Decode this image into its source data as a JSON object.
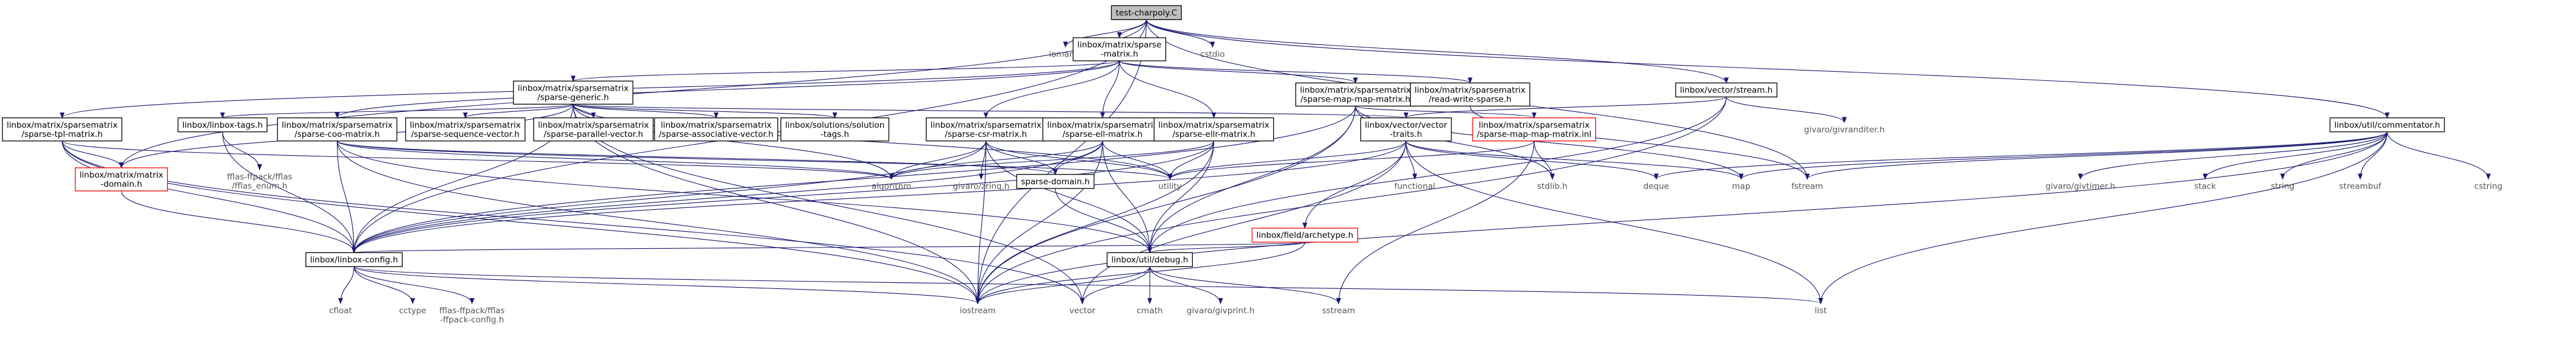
{
  "theme": {
    "edge": "#191970",
    "root_fill": "#bfbfbf",
    "box_border": "#000000",
    "local_border": "#ff0000",
    "external_text": "#555555"
  },
  "nodes": [
    {
      "id": "root",
      "kind": "root",
      "lines": [
        "test-charpoly.C"
      ]
    },
    {
      "id": "iomanip",
      "kind": "ext",
      "lines": [
        "iomanip"
      ]
    },
    {
      "id": "cstdio",
      "kind": "ext",
      "lines": [
        "cstdio"
      ]
    },
    {
      "id": "sparse_matrix",
      "kind": "box",
      "lines": [
        "linbox/matrix/sparse",
        "-matrix.h"
      ]
    },
    {
      "id": "stream",
      "kind": "box",
      "lines": [
        "linbox/vector/stream.h"
      ]
    },
    {
      "id": "commentator",
      "kind": "box",
      "lines": [
        "linbox/util/commentator.h"
      ]
    },
    {
      "id": "sparse_generic",
      "kind": "box",
      "lines": [
        "linbox/matrix/sparsematrix",
        "/sparse-generic.h"
      ]
    },
    {
      "id": "smm",
      "kind": "box",
      "lines": [
        "linbox/matrix/sparsematrix",
        "/sparse-map-map-matrix.h"
      ]
    },
    {
      "id": "rws",
      "kind": "box",
      "lines": [
        "linbox/matrix/sparsematrix",
        "/read-write-sparse.h"
      ]
    },
    {
      "id": "givaranditer",
      "kind": "ext",
      "lines": [
        "givaro/givranditer.h"
      ]
    },
    {
      "id": "tpl",
      "kind": "box",
      "lines": [
        "linbox/matrix/sparsematrix",
        "/sparse-tpl-matrix.h"
      ]
    },
    {
      "id": "tags",
      "kind": "box",
      "lines": [
        "linbox/linbox-tags.h"
      ]
    },
    {
      "id": "coo",
      "kind": "box",
      "lines": [
        "linbox/matrix/sparsematrix",
        "/sparse-coo-matrix.h"
      ]
    },
    {
      "id": "seq",
      "kind": "box",
      "lines": [
        "linbox/matrix/sparsematrix",
        "/sparse-sequence-vector.h"
      ]
    },
    {
      "id": "par",
      "kind": "box",
      "lines": [
        "linbox/matrix/sparsematrix",
        "/sparse-parallel-vector.h"
      ]
    },
    {
      "id": "assoc",
      "kind": "box",
      "lines": [
        "linbox/matrix/sparsematrix",
        "/sparse-associative-vector.h"
      ]
    },
    {
      "id": "soltags",
      "kind": "box",
      "lines": [
        "linbox/solutions/solution",
        "-tags.h"
      ]
    },
    {
      "id": "csr",
      "kind": "box",
      "lines": [
        "linbox/matrix/sparsematrix",
        "/sparse-csr-matrix.h"
      ]
    },
    {
      "id": "ell",
      "kind": "box",
      "lines": [
        "linbox/matrix/sparsematrix",
        "/sparse-ell-matrix.h"
      ]
    },
    {
      "id": "ellr",
      "kind": "box",
      "lines": [
        "linbox/matrix/sparsematrix",
        "/sparse-ellr-matrix.h"
      ]
    },
    {
      "id": "vtraits",
      "kind": "box",
      "lines": [
        "linbox/vector/vector",
        "-traits.h"
      ]
    },
    {
      "id": "smminl",
      "kind": "local",
      "lines": [
        "linbox/matrix/sparsematrix",
        "/sparse-map-map-matrix.inl"
      ]
    },
    {
      "id": "domain",
      "kind": "local",
      "lines": [
        "linbox/matrix/matrix",
        "-domain.h"
      ]
    },
    {
      "id": "ffenum",
      "kind": "ext",
      "lines": [
        "fflas-ffpack/fflas",
        "/fflas_enum.h"
      ]
    },
    {
      "id": "algorithm",
      "kind": "ext",
      "lines": [
        "algorithm"
      ]
    },
    {
      "id": "givzring",
      "kind": "ext",
      "lines": [
        "givaro/zring.h"
      ]
    },
    {
      "id": "sdomain",
      "kind": "box",
      "lines": [
        "sparse-domain.h"
      ]
    },
    {
      "id": "utility",
      "kind": "ext",
      "lines": [
        "utility"
      ]
    },
    {
      "id": "functional",
      "kind": "ext",
      "lines": [
        "functional"
      ]
    },
    {
      "id": "archetype",
      "kind": "local",
      "lines": [
        "linbox/field/archetype.h"
      ]
    },
    {
      "id": "stdlib",
      "kind": "ext",
      "lines": [
        "stdlib.h"
      ]
    },
    {
      "id": "deque",
      "kind": "ext",
      "lines": [
        "deque"
      ]
    },
    {
      "id": "map",
      "kind": "ext",
      "lines": [
        "map"
      ]
    },
    {
      "id": "fstream",
      "kind": "ext",
      "lines": [
        "fstream"
      ]
    },
    {
      "id": "givtimer",
      "kind": "ext",
      "lines": [
        "givaro/givtimer.h"
      ]
    },
    {
      "id": "stack",
      "kind": "ext",
      "lines": [
        "stack"
      ]
    },
    {
      "id": "string",
      "kind": "ext",
      "lines": [
        "string"
      ]
    },
    {
      "id": "streambuf",
      "kind": "ext",
      "lines": [
        "streambuf"
      ]
    },
    {
      "id": "cstring",
      "kind": "ext",
      "lines": [
        "cstring"
      ]
    },
    {
      "id": "config",
      "kind": "box",
      "lines": [
        "linbox/linbox-config.h"
      ]
    },
    {
      "id": "debug",
      "kind": "box",
      "lines": [
        "linbox/util/debug.h"
      ]
    },
    {
      "id": "cfloat",
      "kind": "ext",
      "lines": [
        "cfloat"
      ]
    },
    {
      "id": "cctype",
      "kind": "ext",
      "lines": [
        "cctype"
      ]
    },
    {
      "id": "ffconfig",
      "kind": "ext",
      "lines": [
        "fflas-ffpack/fflas",
        "-ffpack-config.h"
      ]
    },
    {
      "id": "iostream",
      "kind": "ext",
      "lines": [
        "iostream"
      ]
    },
    {
      "id": "vector",
      "kind": "ext",
      "lines": [
        "vector"
      ]
    },
    {
      "id": "cmath",
      "kind": "ext",
      "lines": [
        "cmath"
      ]
    },
    {
      "id": "givprint",
      "kind": "ext",
      "lines": [
        "givaro/givprint.h"
      ]
    },
    {
      "id": "sstream",
      "kind": "ext",
      "lines": [
        "sstream"
      ]
    },
    {
      "id": "list",
      "kind": "ext",
      "lines": [
        "list"
      ]
    }
  ],
  "edges": [
    [
      "root",
      "iomanip"
    ],
    [
      "root",
      "cstdio"
    ],
    [
      "root",
      "sparse_matrix"
    ],
    [
      "root",
      "stream"
    ],
    [
      "root",
      "commentator"
    ],
    [
      "root",
      "config"
    ],
    [
      "root",
      "iostream"
    ],
    [
      "root",
      "domain"
    ],
    [
      "root",
      "fstream"
    ],
    [
      "sparse_matrix",
      "sparse_generic"
    ],
    [
      "sparse_matrix",
      "smm"
    ],
    [
      "sparse_matrix",
      "rws"
    ],
    [
      "sparse_matrix",
      "csr"
    ],
    [
      "sparse_matrix",
      "ell"
    ],
    [
      "sparse_matrix",
      "ellr"
    ],
    [
      "sparse_matrix",
      "tpl"
    ],
    [
      "sparse_matrix",
      "coo"
    ],
    [
      "sparse_generic",
      "tags"
    ],
    [
      "sparse_generic",
      "seq"
    ],
    [
      "sparse_generic",
      "par"
    ],
    [
      "sparse_generic",
      "assoc"
    ],
    [
      "sparse_generic",
      "soltags"
    ],
    [
      "sparse_generic",
      "vtraits"
    ],
    [
      "sparse_generic",
      "config"
    ],
    [
      "sparse_generic",
      "domain"
    ],
    [
      "sparse_generic",
      "algorithm"
    ],
    [
      "sparse_generic",
      "utility"
    ],
    [
      "sparse_generic",
      "vector"
    ],
    [
      "sparse_generic",
      "iostream"
    ],
    [
      "tpl",
      "domain"
    ],
    [
      "tpl",
      "config"
    ],
    [
      "tpl",
      "vector"
    ],
    [
      "tpl",
      "iostream"
    ],
    [
      "tpl",
      "algorithm"
    ],
    [
      "tags",
      "ffenum"
    ],
    [
      "tags",
      "config"
    ],
    [
      "coo",
      "config"
    ],
    [
      "coo",
      "sdomain"
    ],
    [
      "coo",
      "utility"
    ],
    [
      "coo",
      "algorithm"
    ],
    [
      "coo",
      "debug"
    ],
    [
      "coo",
      "iostream"
    ],
    [
      "csr",
      "algorithm"
    ],
    [
      "csr",
      "sdomain"
    ],
    [
      "csr",
      "utility"
    ],
    [
      "csr",
      "config"
    ],
    [
      "csr",
      "debug"
    ],
    [
      "csr",
      "givzring"
    ],
    [
      "csr",
      "iostream"
    ],
    [
      "ell",
      "algorithm"
    ],
    [
      "ell",
      "utility"
    ],
    [
      "ell",
      "sdomain"
    ],
    [
      "ell",
      "debug"
    ],
    [
      "ell",
      "iostream"
    ],
    [
      "ell",
      "config"
    ],
    [
      "ellr",
      "algorithm"
    ],
    [
      "ellr",
      "utility"
    ],
    [
      "ellr",
      "debug"
    ],
    [
      "ellr",
      "config"
    ],
    [
      "ellr",
      "iostream"
    ],
    [
      "smm",
      "smminl"
    ],
    [
      "smm",
      "config"
    ],
    [
      "smm",
      "debug"
    ],
    [
      "smm",
      "map"
    ],
    [
      "smm",
      "stdlib"
    ],
    [
      "smm",
      "iostream"
    ],
    [
      "smminl",
      "stdlib"
    ],
    [
      "smminl",
      "utility"
    ],
    [
      "smminl",
      "sstream"
    ],
    [
      "rws",
      "fstream"
    ],
    [
      "stream",
      "vtraits"
    ],
    [
      "stream",
      "givaranditer"
    ],
    [
      "stream",
      "iostream"
    ],
    [
      "stream",
      "debug"
    ],
    [
      "vtraits",
      "functional"
    ],
    [
      "vtraits",
      "archetype"
    ],
    [
      "vtraits",
      "deque"
    ],
    [
      "vtraits",
      "map"
    ],
    [
      "vtraits",
      "list"
    ],
    [
      "vtraits",
      "utility"
    ],
    [
      "vtraits",
      "vector"
    ],
    [
      "vtraits",
      "config"
    ],
    [
      "archetype",
      "config"
    ],
    [
      "archetype",
      "debug"
    ],
    [
      "archetype",
      "iostream"
    ],
    [
      "commentator",
      "deque"
    ],
    [
      "commentator",
      "map"
    ],
    [
      "commentator",
      "fstream"
    ],
    [
      "commentator",
      "givtimer"
    ],
    [
      "commentator",
      "stack"
    ],
    [
      "commentator",
      "string"
    ],
    [
      "commentator",
      "streambuf"
    ],
    [
      "commentator",
      "cstring"
    ],
    [
      "commentator",
      "list"
    ],
    [
      "commentator",
      "iostream"
    ],
    [
      "domain",
      "config"
    ],
    [
      "sdomain",
      "debug"
    ],
    [
      "config",
      "cfloat"
    ],
    [
      "config",
      "cctype"
    ],
    [
      "config",
      "ffconfig"
    ],
    [
      "config",
      "iostream"
    ],
    [
      "config",
      "list"
    ],
    [
      "debug",
      "iostream"
    ],
    [
      "debug",
      "vector"
    ],
    [
      "debug",
      "cmath"
    ],
    [
      "debug",
      "givprint"
    ],
    [
      "debug",
      "sstream"
    ]
  ]
}
